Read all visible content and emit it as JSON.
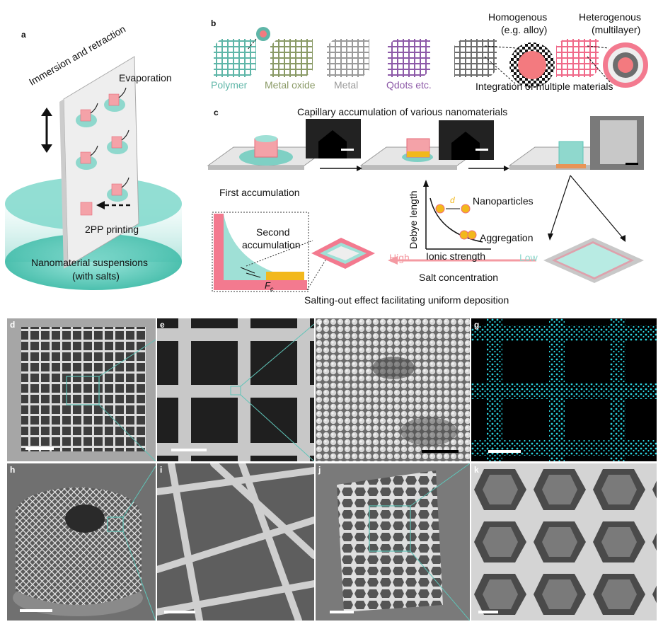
{
  "panels": {
    "a": {
      "letter": "a",
      "immersion": "Immersion and retraction",
      "evaporation": "Evaporation",
      "printing": "2PP printing",
      "suspension_line1": "Nanomaterial suspensions",
      "suspension_line2": "(with salts)"
    },
    "b": {
      "letter": "b",
      "materials": [
        "Polymer",
        "Metal oxide",
        "Metal",
        "Qdots etc."
      ],
      "material_colors": [
        "#5fb6a8",
        "#8a9a66",
        "#9a9a9a",
        "#8d5aa8"
      ],
      "homogenous": "Homogenous",
      "homogenous_sub": "(e.g. alloy)",
      "heterogenous": "Heterogenous",
      "heterogenous_sub": "(multilayer)",
      "integration": "Integration of multiple materials"
    },
    "c": {
      "letter": "c",
      "title": "Capillary accumulation of various nanomaterials",
      "first": "First accumulation",
      "second_line1": "Second",
      "second_line2": "accumulation",
      "force": "F",
      "force_sub": "c",
      "debye": "Debye length",
      "ionic": "Ionic strength",
      "distance": "d",
      "nanoparticles": "Nanoparticles",
      "aggregation": "Aggregation",
      "high": "High",
      "low": "Low",
      "salt": "Salt concentration",
      "salting_out": "Salting-out effect facilitating uniform deposition"
    },
    "micrographs": [
      "d",
      "e",
      "f",
      "g",
      "h",
      "i",
      "j",
      "k"
    ]
  },
  "colors": {
    "teal": "#5fc4b8",
    "pink": "#f06a7a",
    "salmon_arrow": "#f49aa2",
    "cyan_dots": "#2ad4e0",
    "gold": "#f2b81c"
  }
}
